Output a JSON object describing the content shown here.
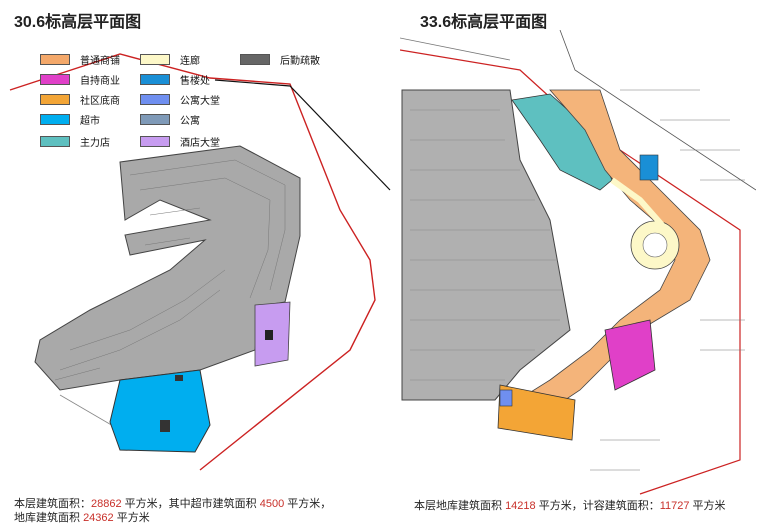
{
  "left_panel": {
    "title": "30.6标高层平面图",
    "legend": [
      {
        "label": "普通商铺",
        "color": "#f4a86a"
      },
      {
        "label": "自持商业",
        "color": "#e040c8"
      },
      {
        "label": "社区底商",
        "color": "#f3a536"
      },
      {
        "label": "超市",
        "color": "#00aeef"
      },
      {
        "label": "主力店",
        "color": "#5ec0c0"
      },
      {
        "label": "连廊",
        "color": "#fdf8c8"
      },
      {
        "label": "售楼处",
        "color": "#1a8fd6"
      },
      {
        "label": "公寓大堂",
        "color": "#6f8ff0"
      },
      {
        "label": "公寓",
        "color": "#7f9ab8"
      },
      {
        "label": "酒店大堂",
        "color": "#c79cf0"
      },
      {
        "label": "后勤疏散",
        "color": "#666666"
      }
    ],
    "caption": {
      "line1_prefix": "本层建筑面积：",
      "total_area": "28862",
      "line1_mid": " 平方米，其中超市建筑面积 ",
      "supermarket_area": "4500",
      "line1_suffix": " 平方米，",
      "line2_prefix": "地库建筑面积 ",
      "basement_area": "24362",
      "line2_suffix": " 平方米"
    }
  },
  "right_panel": {
    "title": "33.6标高层平面图",
    "caption": {
      "prefix": "本层地库建筑面积 ",
      "basement_area": "14218",
      "mid": " 平方米，计容建筑面积：",
      "far_area": "11727",
      "suffix": " 平方米"
    }
  }
}
